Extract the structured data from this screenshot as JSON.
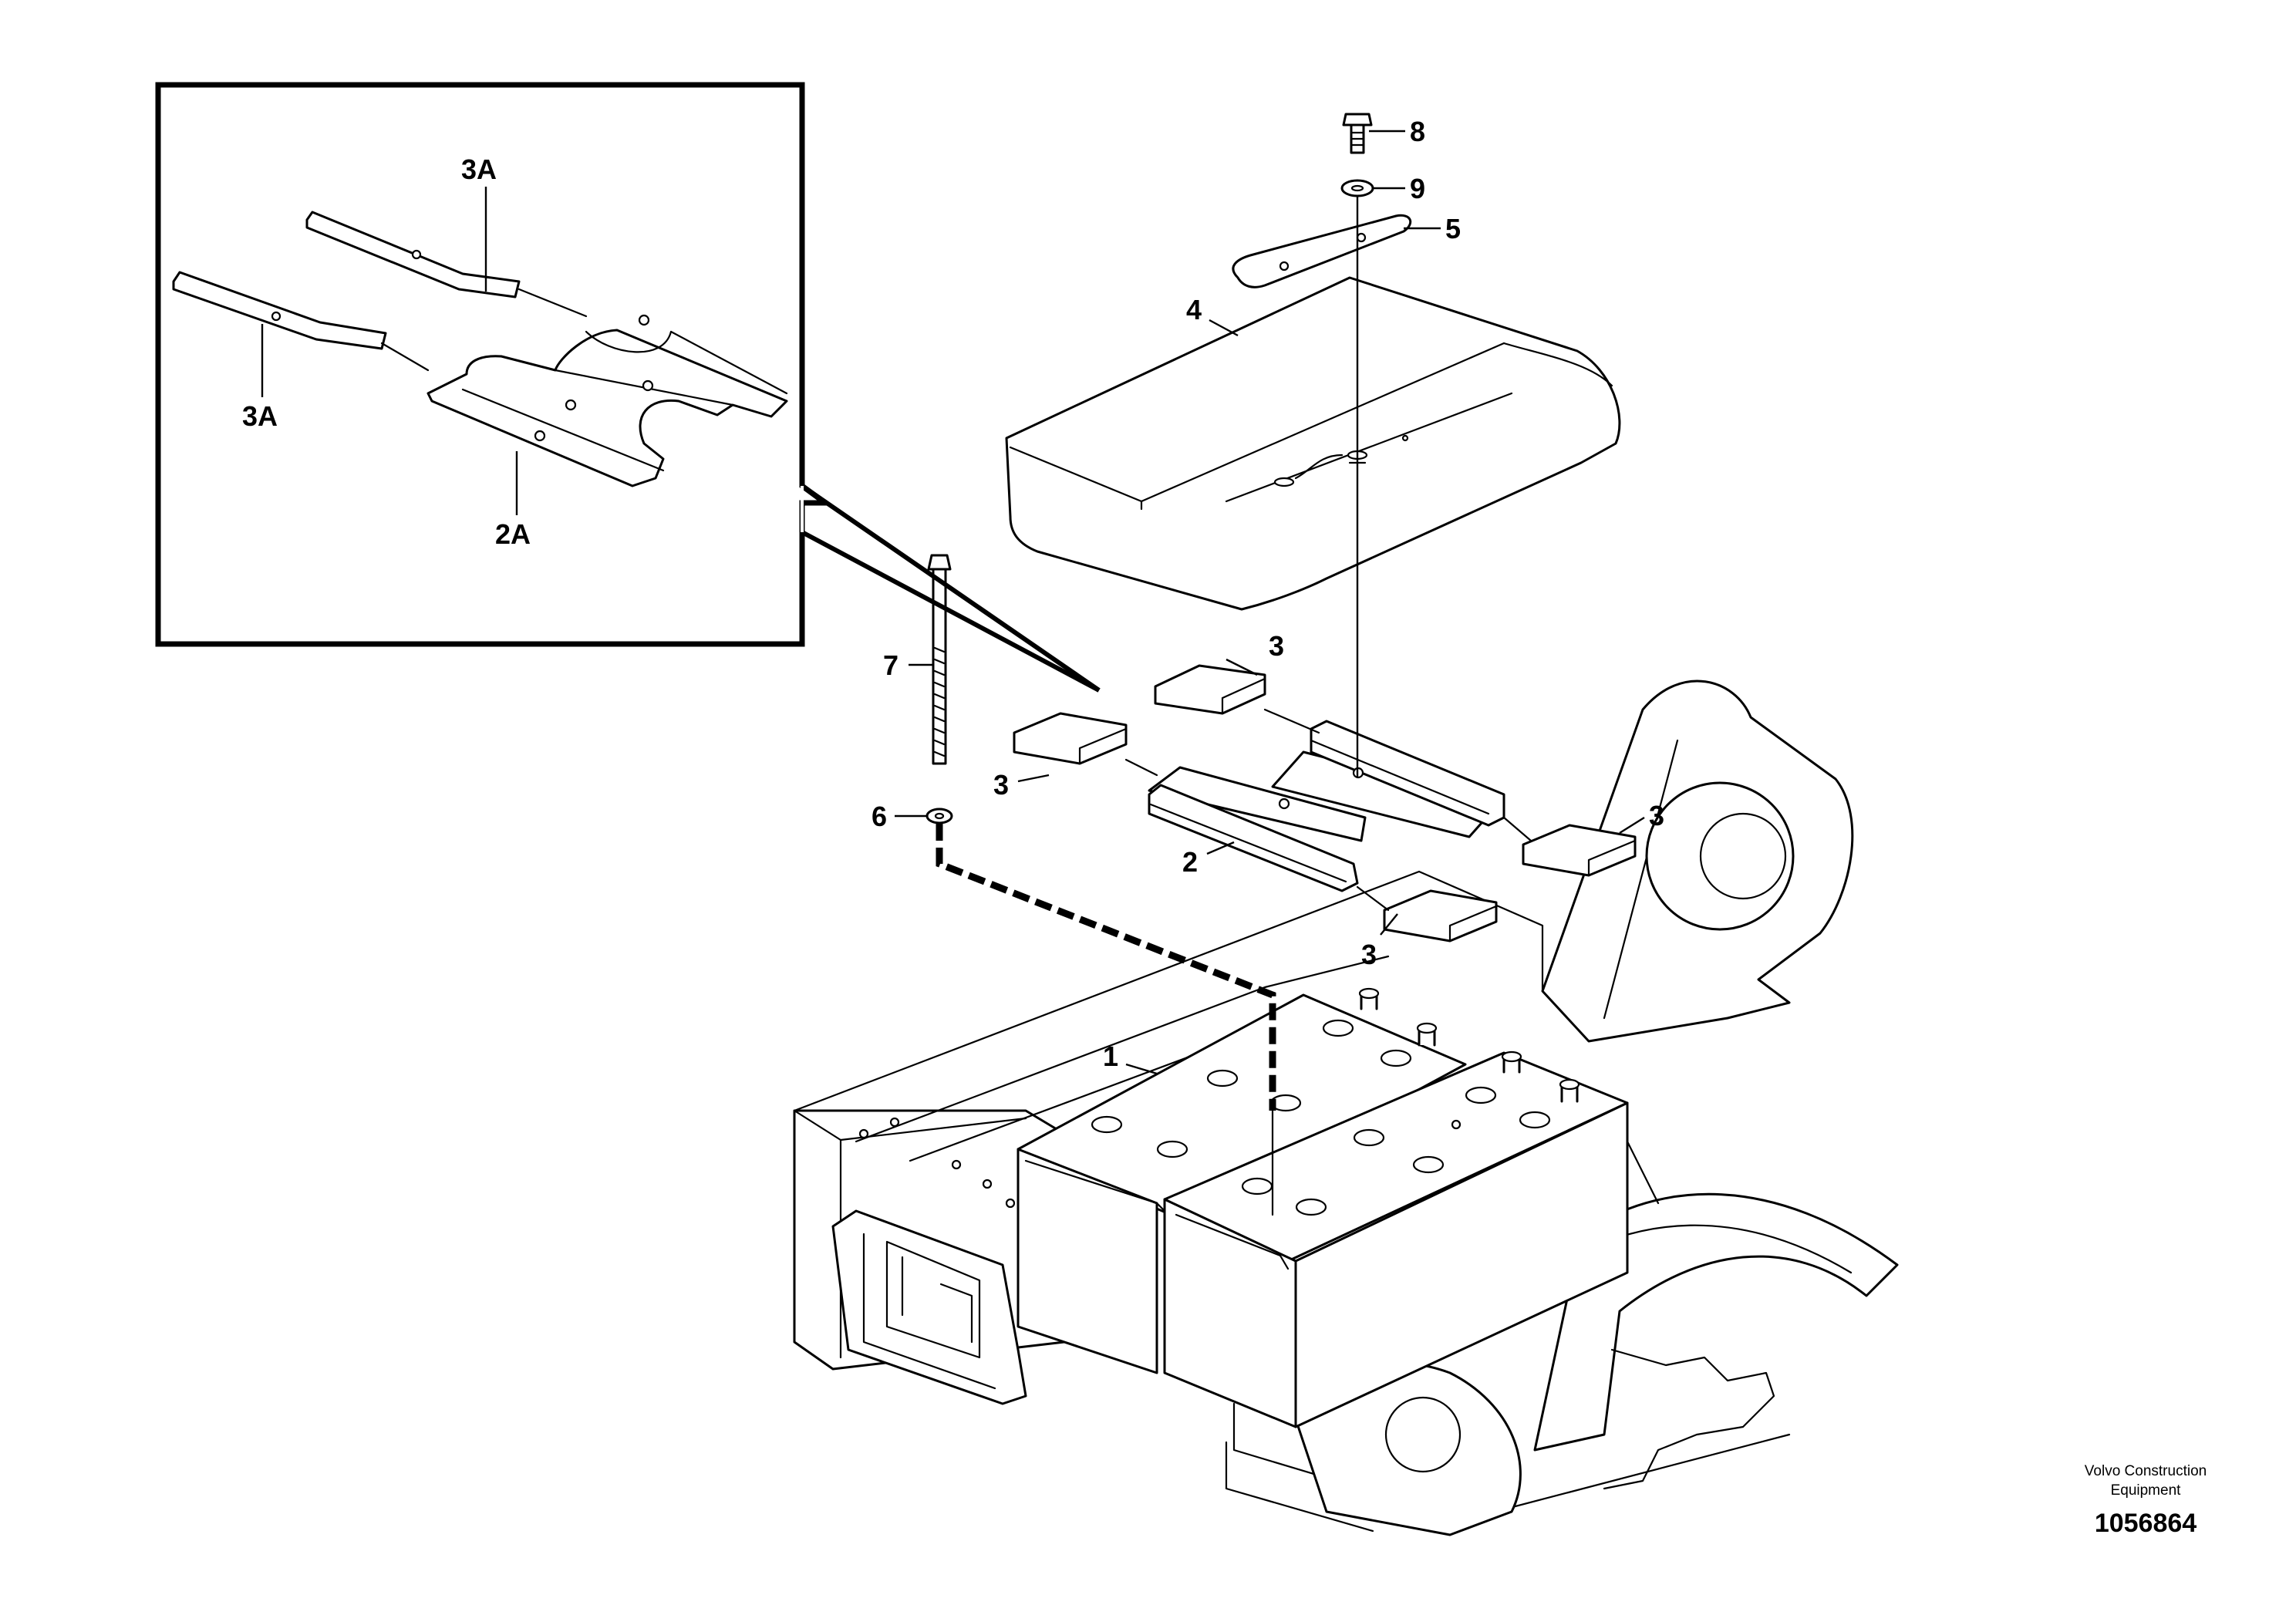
{
  "diagram": {
    "callouts": [
      {
        "id": "3A-upper",
        "text": "3A"
      },
      {
        "id": "3A-lower",
        "text": "3A"
      },
      {
        "id": "2A",
        "text": "2A"
      },
      {
        "id": "8",
        "text": "8"
      },
      {
        "id": "9",
        "text": "9"
      },
      {
        "id": "5",
        "text": "5"
      },
      {
        "id": "4",
        "text": "4"
      },
      {
        "id": "7",
        "text": "7"
      },
      {
        "id": "6",
        "text": "6"
      },
      {
        "id": "3-top",
        "text": "3"
      },
      {
        "id": "3-left",
        "text": "3"
      },
      {
        "id": "3-right",
        "text": "3"
      },
      {
        "id": "3-lower",
        "text": "3"
      },
      {
        "id": "2",
        "text": "2"
      },
      {
        "id": "1",
        "text": "1"
      }
    ],
    "credit_line1": "Volvo Construction",
    "credit_line2": "Equipment",
    "doc_number": "1056864"
  }
}
